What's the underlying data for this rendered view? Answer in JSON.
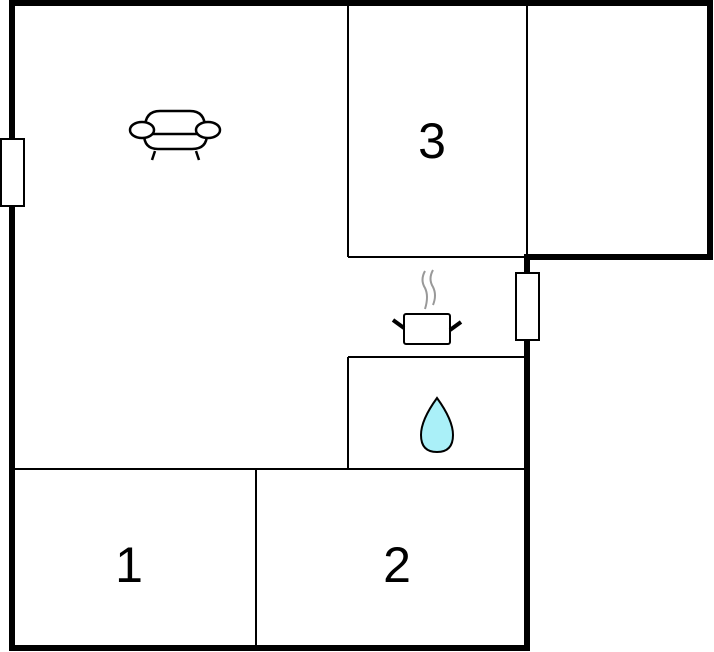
{
  "title": "Floor plan",
  "rooms": [
    {
      "label": "1",
      "type": "bedroom"
    },
    {
      "label": "2",
      "type": "bedroom"
    },
    {
      "label": "3",
      "type": "bedroom"
    }
  ],
  "icons": [
    "sofa-icon",
    "cooking-pot-icon",
    "water-drop-icon",
    "window-icon"
  ],
  "colors": {
    "wall": "#000000",
    "water": "#aaf0f8",
    "steam": "#999999"
  }
}
